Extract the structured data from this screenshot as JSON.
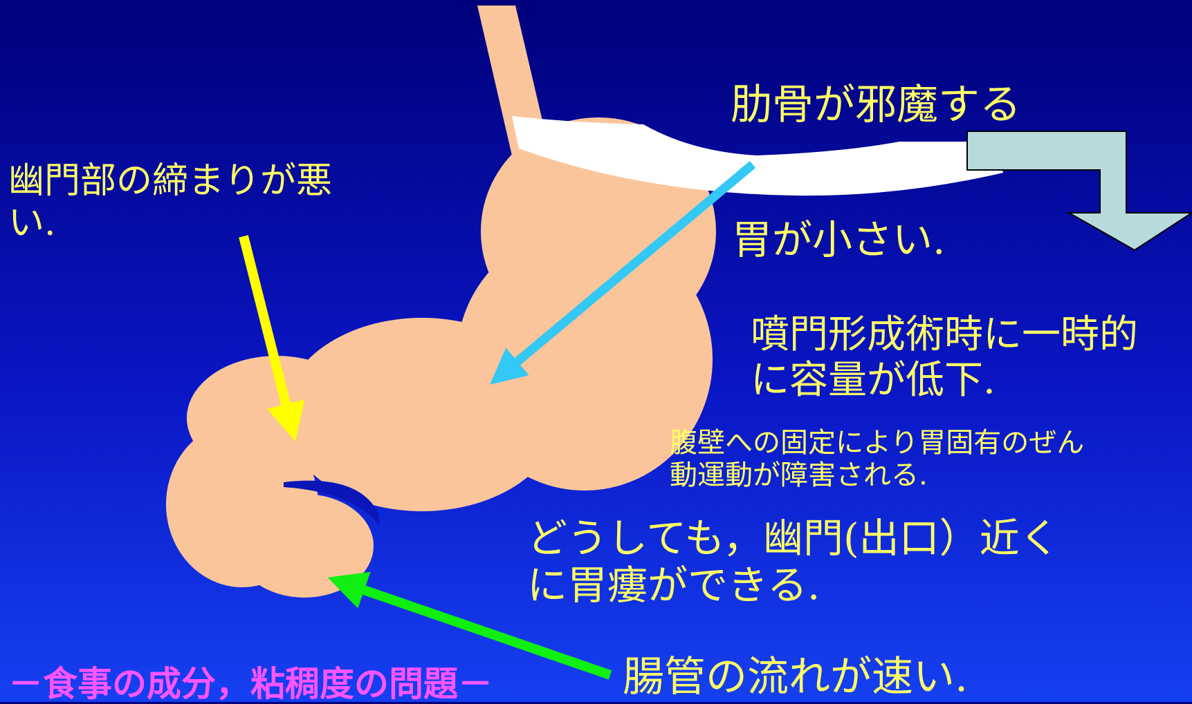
{
  "labels": {
    "rib": "肋骨が邪魔する",
    "pylorus": [
      "幽門部の締まりが悪",
      "い."
    ],
    "small_stomach": "胃が小さい.",
    "fundoplication": [
      "噴門形成術時に一時的",
      "に容量が低下."
    ],
    "abdominal_wall": [
      "腹壁への固定により胃固有のぜん",
      "動運動が障害される."
    ],
    "near_pylorus": [
      "どうしても，幽門(出口）近く",
      "に胃瘻ができる."
    ],
    "fast_flow": "腸管の流れが速い.",
    "footer": "－食事の成分，粘稠度の問題－"
  },
  "colors": {
    "stomach": "#fbc59b",
    "rib": "#ffffff",
    "down_arrow": "#b7dadd",
    "arrow_yellow": "#ffff00",
    "arrow_cyan": "#33c8f5",
    "arrow_green": "#11ee11",
    "label_text": "#ffff66",
    "footer_text": "#ff55ff"
  }
}
